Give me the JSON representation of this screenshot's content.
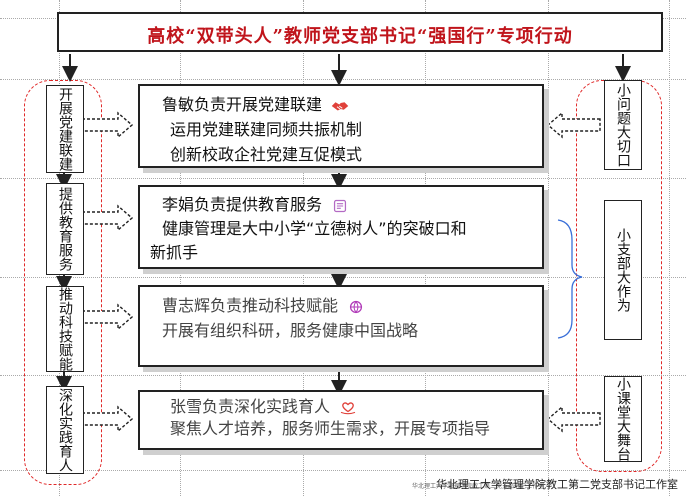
{
  "title": "高校“双带头人”教师党支部书记“强国行”专项行动",
  "left_steps": [
    {
      "label": "开展党建联建"
    },
    {
      "label": "提供教育服务"
    },
    {
      "label": "推动科技赋能"
    },
    {
      "label": "深化实践育人"
    }
  ],
  "right_labels": [
    {
      "label": "小问题大切口"
    },
    {
      "label": "小支部大作为"
    },
    {
      "label": "小课堂大舞台"
    }
  ],
  "content_blocks": [
    {
      "lines": [
        "鲁敏负责开展党建联建",
        "运用党建联建同频共振机制",
        "创新校政企社党建互促模式"
      ],
      "icon": "handshake-icon"
    },
    {
      "lines": [
        "李娟负责提供教育服务",
        "健康管理是大中小学“立德树人”的突破口和",
        "新抓手"
      ],
      "icon": "book-icon"
    },
    {
      "lines": [
        "曹志辉负责推动科技赋能",
        "开展有组织科研，服务健康中国战略"
      ],
      "icon": "globe-icon"
    },
    {
      "lines": [
        "张雪负责深化实践育人",
        "聚焦人才培养，服务师生需求，开展专项指导"
      ],
      "icon": "heart-hand-icon"
    }
  ],
  "footer": {
    "small": "华北理工大学管理学院教工第二党支部书记工作室",
    "main": "华北理工大学管理学院教工第二党支部书记工作室"
  },
  "colors": {
    "title": "#c0141b",
    "dashed_group": "#e02828",
    "icon": "#e0413a"
  }
}
